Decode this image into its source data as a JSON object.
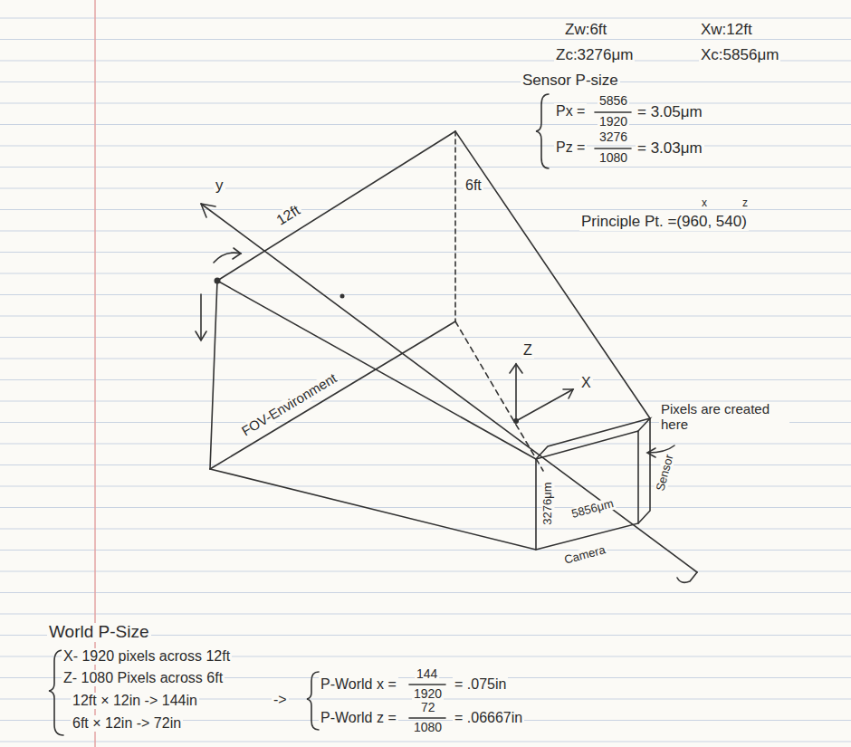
{
  "diagram": {
    "labels": [
      "Zw:6ft",
      "Xw:12ft",
      "Zc:3276μm",
      "Xc:5856μm",
      "Sensor P-size",
      "Px =",
      "5856",
      "1920",
      "= 3.05μm",
      "Pz =",
      "3276",
      "1080",
      "= 3.03μm",
      "x",
      "z",
      "Principle Pt. =(960, 540)",
      "y",
      "12ft",
      "6ft",
      "Z",
      "X",
      "FOV-Environment",
      "Pixels are created here",
      "3276μm",
      "5856μm",
      "Sensor",
      "Camera",
      "World P-Size",
      "X- 1920 pixels across 12ft",
      "Z- 1080 Pixels across 6ft",
      "12ft × 12in -> 144in",
      "6ft × 12in -> 72in",
      "->",
      "P-World x =",
      "144",
      "1920",
      "= .075in",
      "P-World z =",
      "72",
      "1080",
      "= .06667in"
    ]
  }
}
